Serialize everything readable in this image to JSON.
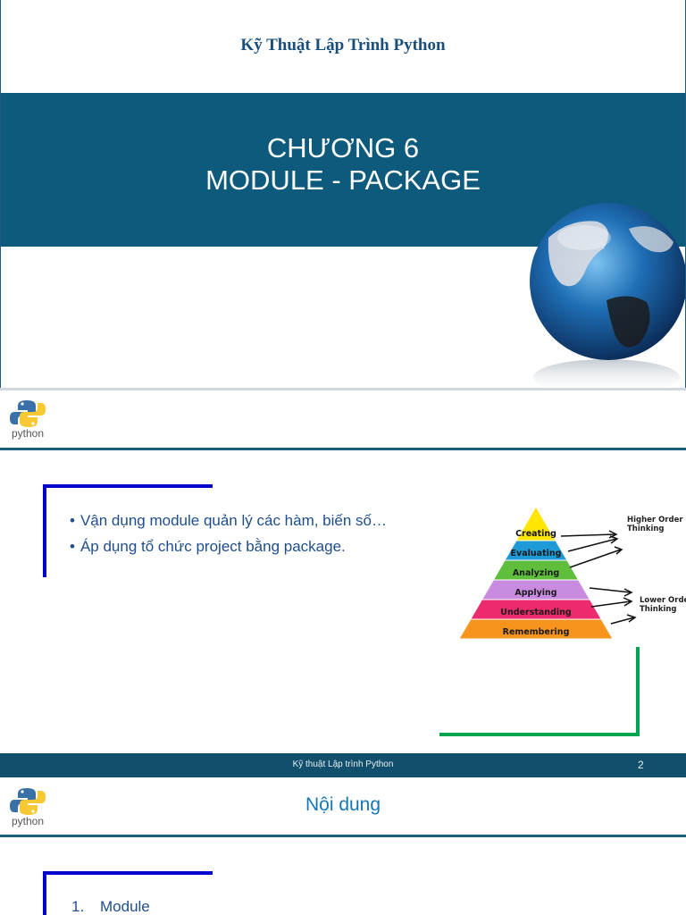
{
  "slide1": {
    "header": "Kỹ Thuật Lập Trình Python",
    "title_line1": "CHƯƠNG 6",
    "title_line2": "MODULE - PACKAGE"
  },
  "logo": {
    "text": "python"
  },
  "slide2": {
    "bullets": [
      "Vận dụng module quản lý các hàm, biến số…",
      "Áp dụng tổ chức project bằng package."
    ],
    "pyramid": {
      "levels": [
        "Creating",
        "Evaluating",
        "Analyzing",
        "Applying",
        "Understanding",
        "Remembering"
      ],
      "colors": [
        "#ffe600",
        "#1e9ad6",
        "#5fbf3c",
        "#c98be0",
        "#ee2a6e",
        "#f7941d"
      ],
      "higher_label": [
        "Higher Order",
        "Thinking"
      ],
      "lower_label": [
        "Lower Order",
        "Thinking"
      ]
    },
    "footer_text": "Kỹ thuật Lập trình Python",
    "page_number": "2"
  },
  "slide3": {
    "title": "Nội dung",
    "toc": [
      {
        "num": "1.",
        "label": "Module"
      }
    ]
  }
}
